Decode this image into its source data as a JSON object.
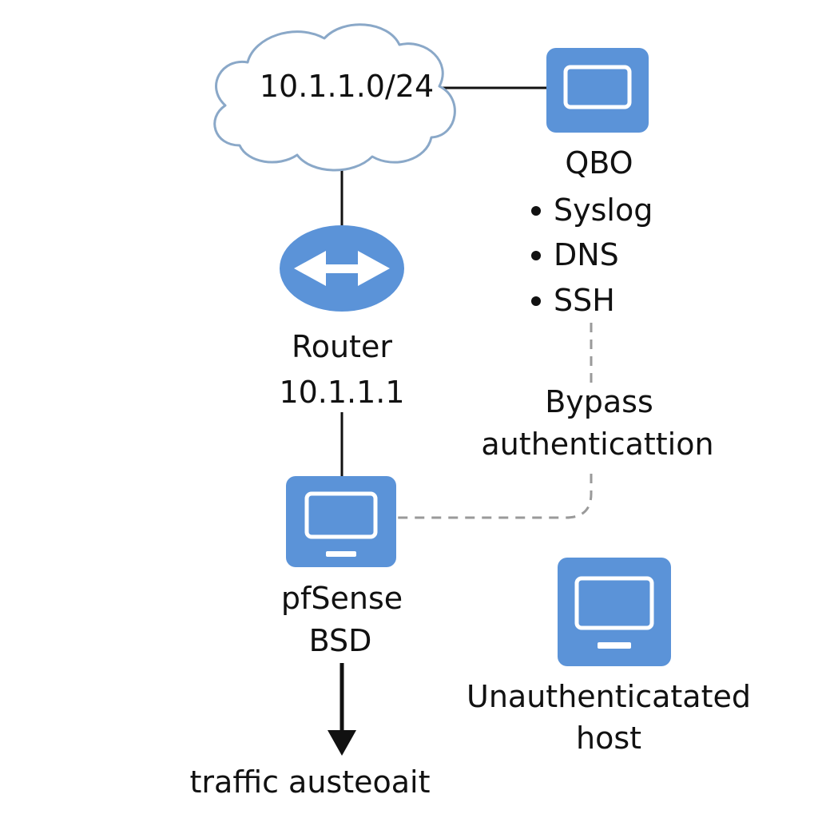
{
  "colors": {
    "node_fill": "#5B93D8",
    "screen_fill": "#5B93D8",
    "screen_outline": "#ffffff",
    "cloud_fill": "#ffffff",
    "cloud_stroke": "#8AA8C8",
    "line": "#111111",
    "dashed_line": "#9A9A9A",
    "text": "#111111"
  },
  "cloud": {
    "label": "10.1.1.0/24",
    "icon": "cloud-icon"
  },
  "router": {
    "icon": "router-arrows-icon",
    "name": "Router",
    "ip": "10.1.1.1"
  },
  "qbo": {
    "icon": "computer-icon",
    "name": "QBO",
    "services": [
      "Syslog",
      "DNS",
      "SSH"
    ]
  },
  "bypass": {
    "line1": "Bypass",
    "line2": "authenticattion"
  },
  "pfsense": {
    "icon": "computer-icon",
    "line1": "pfSense",
    "line2": "BSD"
  },
  "unauth_host": {
    "icon": "computer-icon",
    "line1": "Unauthenticatated",
    "line2": "host"
  },
  "traffic": {
    "label": "traffic austeoait",
    "icon": "arrow-down-icon"
  }
}
